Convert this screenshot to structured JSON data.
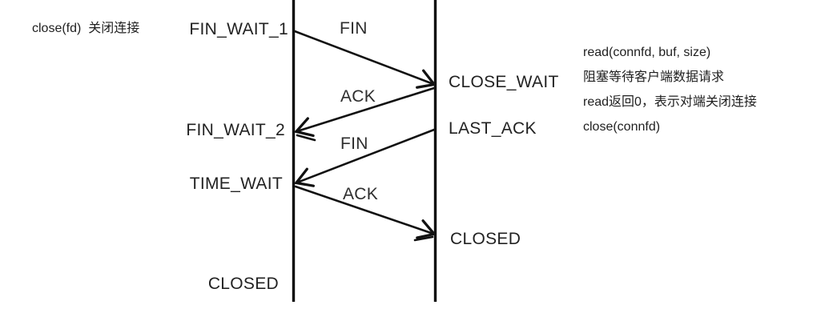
{
  "diagram": {
    "left_note": "close(fd)  关闭连接",
    "client_states": [
      {
        "label": "FIN_WAIT_1"
      },
      {
        "label": "FIN_WAIT_2"
      },
      {
        "label": "TIME_WAIT"
      },
      {
        "label": "CLOSED"
      }
    ],
    "server_states": [
      {
        "label": "CLOSE_WAIT"
      },
      {
        "label": "LAST_ACK"
      },
      {
        "label": "CLOSED"
      }
    ],
    "messages": [
      {
        "label": "FIN"
      },
      {
        "label": "ACK"
      },
      {
        "label": "FIN"
      },
      {
        "label": "ACK"
      }
    ],
    "server_notes": [
      "read(connfd, buf, size)",
      "阻塞等待客户端数据请求",
      "read返回0，表示对端关闭连接",
      "close(connfd)"
    ],
    "colors": {
      "background": "#ffffff",
      "line": "#111111",
      "text": "#1f1f1f"
    }
  }
}
